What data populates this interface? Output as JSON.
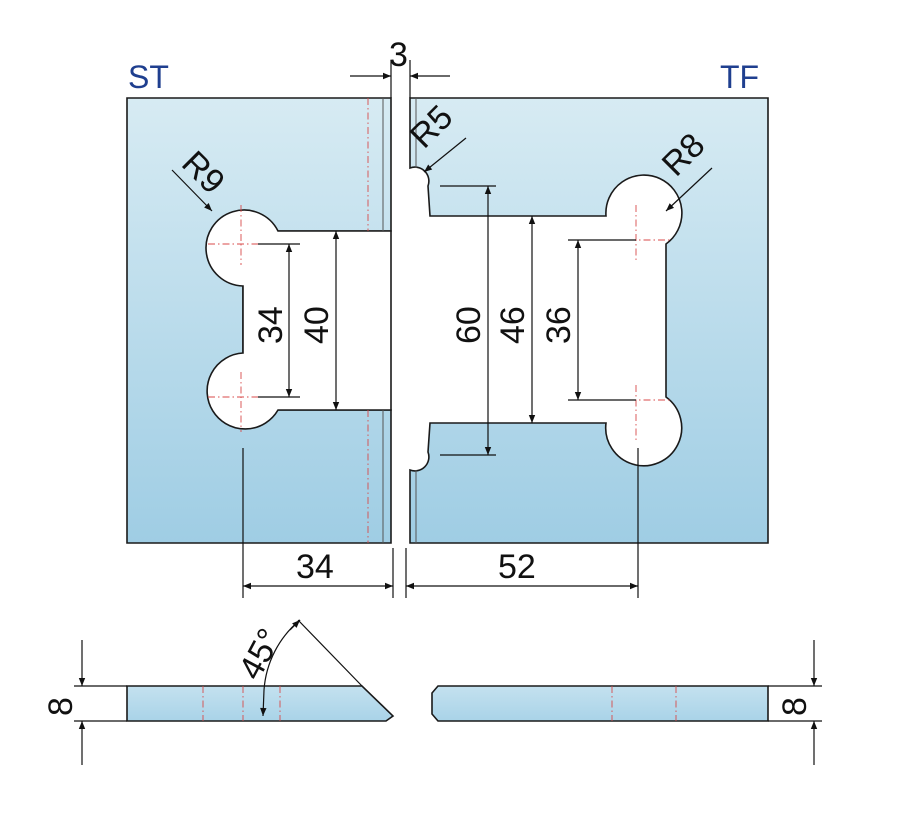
{
  "labels": {
    "left_part": "ST",
    "right_part": "TF"
  },
  "dimensions": {
    "gap": "3",
    "r_left": "R9",
    "r_gap": "R5",
    "r_right": "R8",
    "left_inner_34": "34",
    "left_opening_40": "40",
    "right_60": "60",
    "right_46": "46",
    "right_36": "36",
    "bottom_left": "34",
    "bottom_right": "52",
    "thickness_left": "8",
    "thickness_right": "8",
    "angle": "45°"
  },
  "colors": {
    "label_blue": "#1f3f8f",
    "fill_top": "#d7ebf3",
    "fill_bottom": "#9fcde4"
  }
}
